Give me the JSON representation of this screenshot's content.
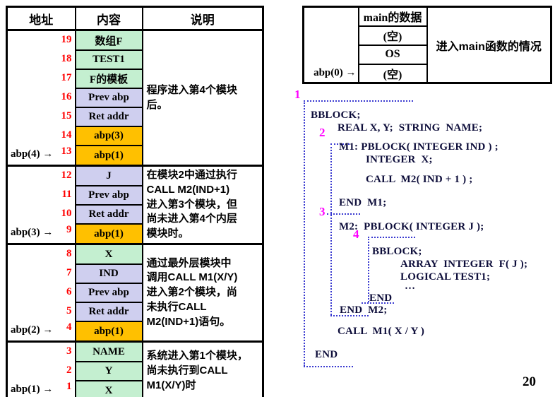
{
  "page": {
    "number": "20"
  },
  "colors": {
    "cell_green": "#c4efd0",
    "cell_purple": "#cfcfef",
    "cell_orange": "#ffc000",
    "address_number": "#ff0000",
    "scope_label": "#ff00ff",
    "dotted_border": "#3a3ad0"
  },
  "stack_table": {
    "headers": [
      "地址",
      "内容",
      "说明"
    ],
    "groups": [
      {
        "explanation": "程序进入第4个模块\n后。",
        "rows": [
          {
            "num": "19",
            "abp": "",
            "content": "数组F",
            "color": "green"
          },
          {
            "num": "18",
            "abp": "",
            "content": "TEST1",
            "color": "green"
          },
          {
            "num": "17",
            "abp": "",
            "content": "F的模板",
            "color": "green"
          },
          {
            "num": "16",
            "abp": "",
            "content": "Prev abp",
            "color": "purple"
          },
          {
            "num": "15",
            "abp": "",
            "content": "Ret addr",
            "color": "purple"
          },
          {
            "num": "14",
            "abp": "",
            "content": "abp(3)",
            "color": "orange"
          },
          {
            "num": "13",
            "abp": "abp(4) →",
            "content": "abp(1)",
            "color": "orange"
          }
        ]
      },
      {
        "explanation": "在模块2中通过执行\nCALL M2(IND+1)\n进入第3个模块，但\n尚未进入第4个内层\n模块时。",
        "rows": [
          {
            "num": "12",
            "abp": "",
            "content": "J",
            "color": "purple"
          },
          {
            "num": "11",
            "abp": "",
            "content": "Prev abp",
            "color": "purple"
          },
          {
            "num": "10",
            "abp": "",
            "content": "Ret addr",
            "color": "purple"
          },
          {
            "num": "9",
            "abp": "abp(3) →",
            "content": "abp(1)",
            "color": "orange"
          }
        ]
      },
      {
        "explanation": "通过最外层模块中\n调用CALL M1(X/Y)\n进入第2个模块，尚\n未执行CALL\nM2(IND+1)语句。",
        "rows": [
          {
            "num": "8",
            "abp": "",
            "content": "X",
            "color": "green"
          },
          {
            "num": "7",
            "abp": "",
            "content": "IND",
            "color": "purple"
          },
          {
            "num": "6",
            "abp": "",
            "content": "Prev abp",
            "color": "purple"
          },
          {
            "num": "5",
            "abp": "",
            "content": "Ret addr",
            "color": "purple"
          },
          {
            "num": "4",
            "abp": "abp(2) →",
            "content": "abp(1)",
            "color": "orange"
          }
        ]
      },
      {
        "explanation": "系统进入第1个模块，\n尚未执行到CALL\nM1(X/Y)时",
        "rows": [
          {
            "num": "3",
            "abp": "",
            "content": "NAME",
            "color": "green"
          },
          {
            "num": "2",
            "abp": "",
            "content": "Y",
            "color": "green"
          },
          {
            "num": "1",
            "abp": "abp(1) →",
            "content": "X",
            "color": "green"
          }
        ]
      }
    ]
  },
  "main_table": {
    "rows": [
      {
        "addr": "",
        "content": "main的数据"
      },
      {
        "addr": "",
        "content": "(空)"
      },
      {
        "addr": "",
        "content": "OS"
      },
      {
        "addr": "abp(0) →",
        "content": "(空)"
      }
    ],
    "caption": "进入main函数的情况"
  },
  "code": {
    "scope_labels": [
      "1",
      "2",
      "3",
      "4"
    ],
    "lines": [
      "BBLOCK;",
      "REAL X, Y;  STRING  NAME;",
      "M1: PBLOCK( INTEGER IND ) ;",
      "INTEGER  X;",
      "CALL  M2( IND + 1 ) ;",
      "END  M1;",
      "M2:  PBLOCK( INTEGER J );",
      "BBLOCK;",
      "ARRAY  INTEGER  F( J );",
      "LOGICAL TEST1;",
      "…",
      "END",
      "END  M2;",
      "CALL  M1( X / Y )",
      "END"
    ]
  }
}
